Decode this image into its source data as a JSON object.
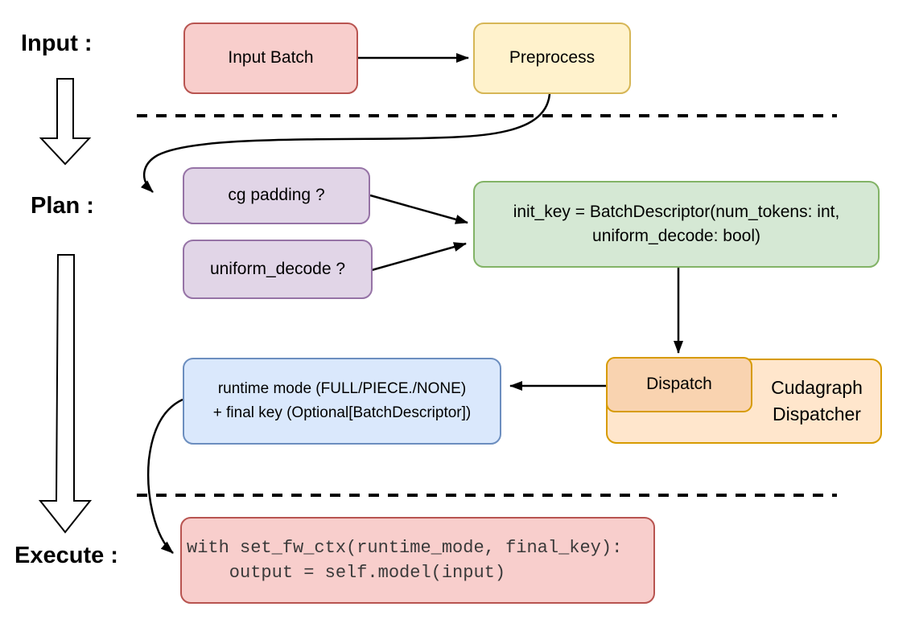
{
  "title": "Cudagraph dispatch flow diagram",
  "sections": {
    "input_label": "Input :",
    "plan_label": "Plan :",
    "execute_label": "Execute :"
  },
  "nodes": {
    "input_batch": {
      "label": "Input Batch",
      "fill": "#f8cecc",
      "stroke": "#b85450"
    },
    "preprocess": {
      "label": "Preprocess",
      "fill": "#fff2cc",
      "stroke": "#d6b656"
    },
    "cg_padding": {
      "label": "cg padding ?",
      "fill": "#e1d5e7",
      "stroke": "#9673a6"
    },
    "uniform_decode": {
      "label": "uniform_decode ?",
      "fill": "#e1d5e7",
      "stroke": "#9673a6"
    },
    "init_key": {
      "line1": "init_key = BatchDescriptor(num_tokens: int,",
      "line2": "uniform_decode: bool)",
      "fill": "#d5e8d4",
      "stroke": "#82b366"
    },
    "dispatch": {
      "label": "Dispatch",
      "fill": "#f9d3b0",
      "stroke": "#d79b00"
    },
    "cudagraph_dispatcher": {
      "line1": "Cudagraph",
      "line2": "Dispatcher",
      "fill": "#ffe6cc",
      "stroke": "#d79b00"
    },
    "runtime_mode": {
      "line1": "runtime mode (FULL/PIECE./NONE)",
      "line2": "+ final key (Optional[BatchDescriptor])",
      "fill": "#dae8fc",
      "stroke": "#6c8ebf"
    },
    "execute_code": {
      "line1": "with set_fw_ctx(runtime_mode, final_key):",
      "line2": "    output = self.model(input)",
      "fill": "#f8cecc",
      "stroke": "#b85450"
    }
  },
  "connector_color": "#000000",
  "separator_color": "#000000"
}
